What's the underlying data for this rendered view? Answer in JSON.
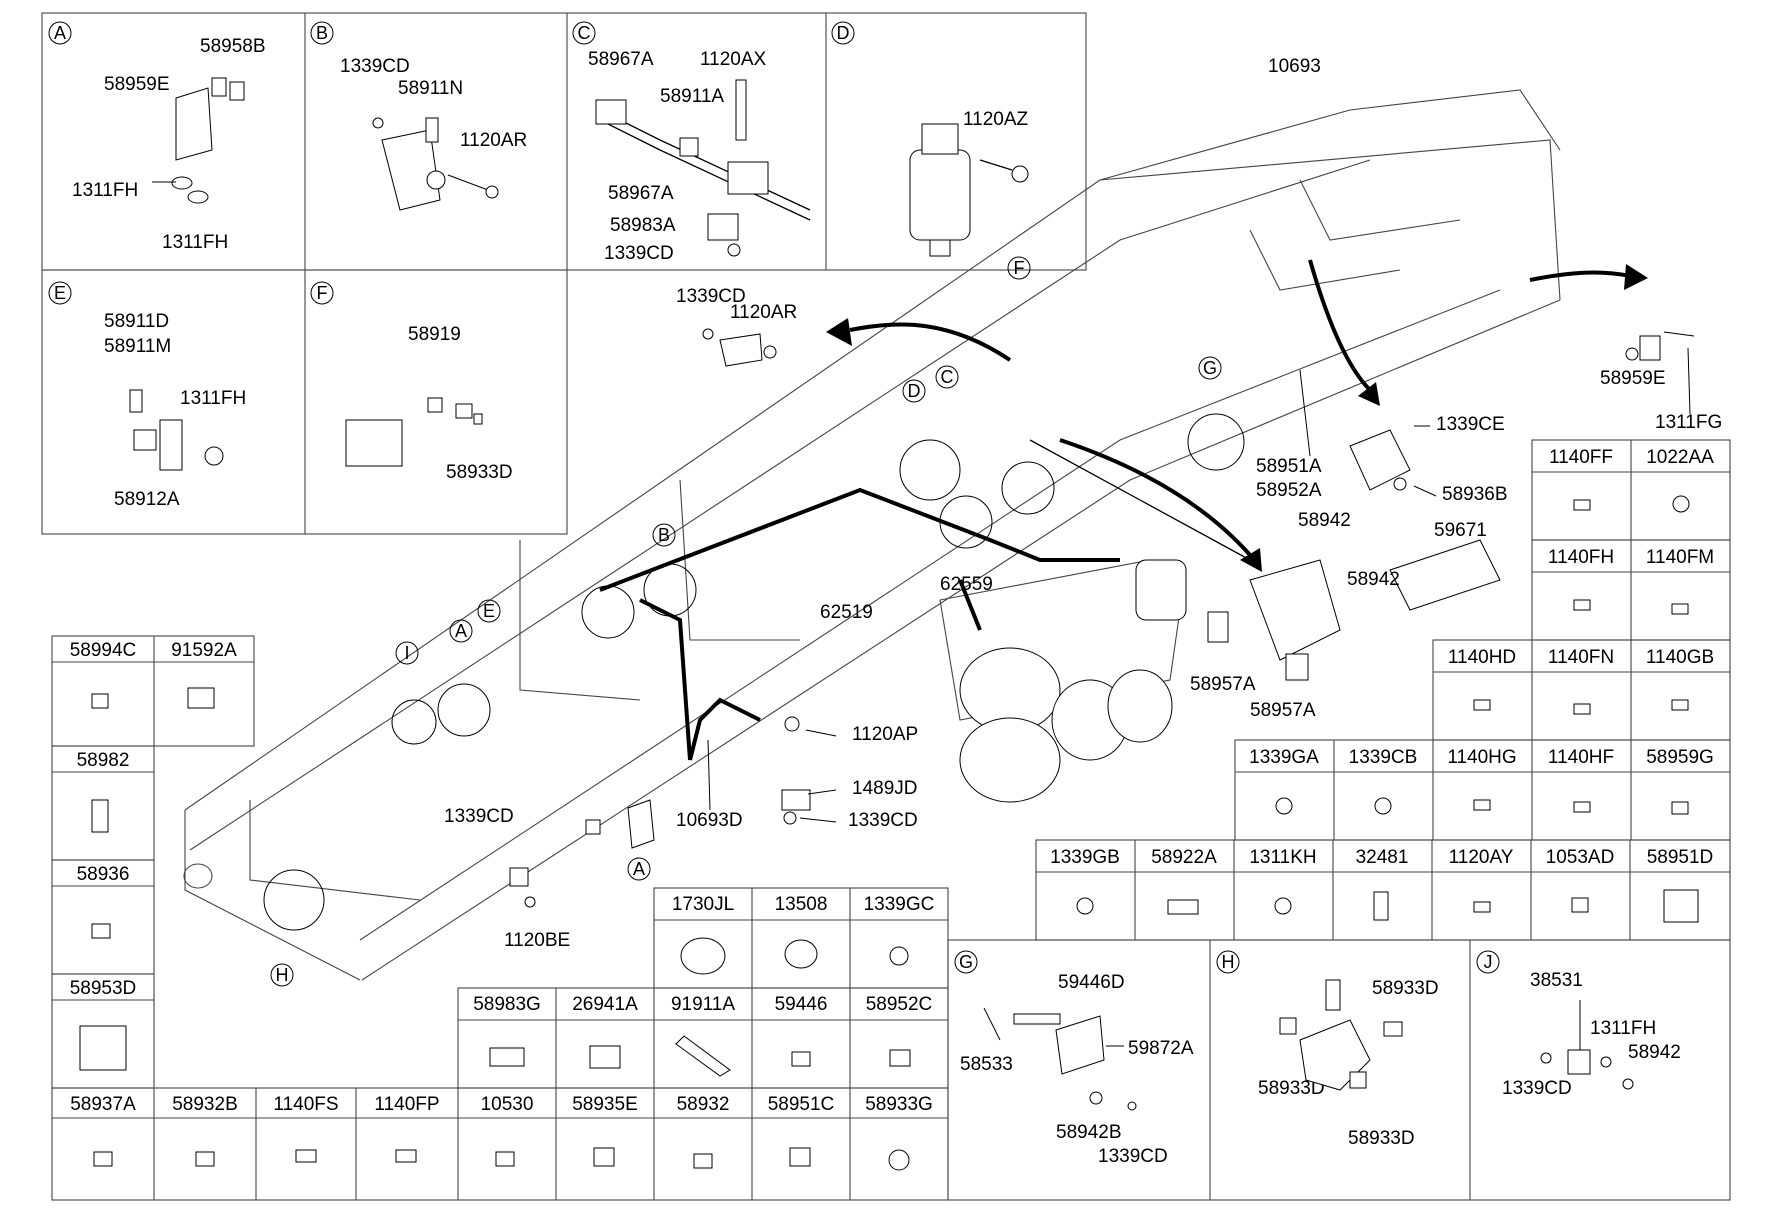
{
  "sections": {
    "A": {
      "letter": "A",
      "labels": [
        "58958B",
        "58959E",
        "1311FH",
        "1311FH"
      ]
    },
    "B": {
      "letter": "B",
      "labels": [
        "1339CD",
        "58911N",
        "1120AR"
      ]
    },
    "C": {
      "letter": "C",
      "labels": [
        "58967A",
        "1120AX",
        "58911A",
        "58967A",
        "58983A",
        "1339CD"
      ]
    },
    "D": {
      "letter": "D",
      "labels": [
        "1120AZ"
      ]
    },
    "E": {
      "letter": "E",
      "labels": [
        "58911D",
        "58911M",
        "1311FH",
        "58912A"
      ]
    },
    "F": {
      "letter": "F",
      "labels": [
        "58919",
        "58933D"
      ]
    },
    "G": {
      "letter": "G",
      "labels": [
        "59446D",
        "59872A",
        "58533",
        "58942B",
        "1339CD"
      ]
    },
    "H": {
      "letter": "H",
      "labels": [
        "58933D",
        "58933D",
        "58933D"
      ]
    },
    "J": {
      "letter": "J",
      "labels": [
        "38531",
        "1311FH",
        "58942",
        "1339CD"
      ]
    }
  },
  "main_labels": [
    "10693",
    "1339CD",
    "1120AR",
    "58959E",
    "1311FG",
    "1339CE",
    "58936B",
    "58951A",
    "58952A",
    "58942",
    "58942",
    "59671",
    "58957A",
    "58957A",
    "62519",
    "62559",
    "1120AP",
    "1489JD",
    "10693D",
    "1339CD",
    "1339CD",
    "1120BE"
  ],
  "callouts": [
    "F",
    "D",
    "C",
    "G",
    "B",
    "E",
    "A",
    "I",
    "H",
    "A"
  ],
  "tables": {
    "left_col": [
      "58994C",
      "91592A",
      "58982",
      "58936",
      "58953D"
    ],
    "right_top_rows": [
      [
        "1140FF",
        "1022AA"
      ],
      [
        "1140FH",
        "1140FM"
      ],
      [
        "1140HD",
        "1140FN",
        "1140GB"
      ],
      [
        "1339GA",
        "1339CB",
        "1140HG",
        "1140HF",
        "58959G"
      ],
      [
        "1339GB",
        "58922A",
        "1311KH",
        "32481",
        "1120AY",
        "1053AD",
        "58951D"
      ]
    ],
    "bottom_row_3": [
      "1730JL",
      "13508",
      "1339GC"
    ],
    "bottom_row_5": [
      "58983G",
      "26941A",
      "91911A",
      "59446",
      "58952C"
    ],
    "bottom_row_9": [
      "58937A",
      "58932B",
      "1140FS",
      "1140FP",
      "10530",
      "58935E",
      "58932",
      "58951C",
      "58933G"
    ]
  }
}
